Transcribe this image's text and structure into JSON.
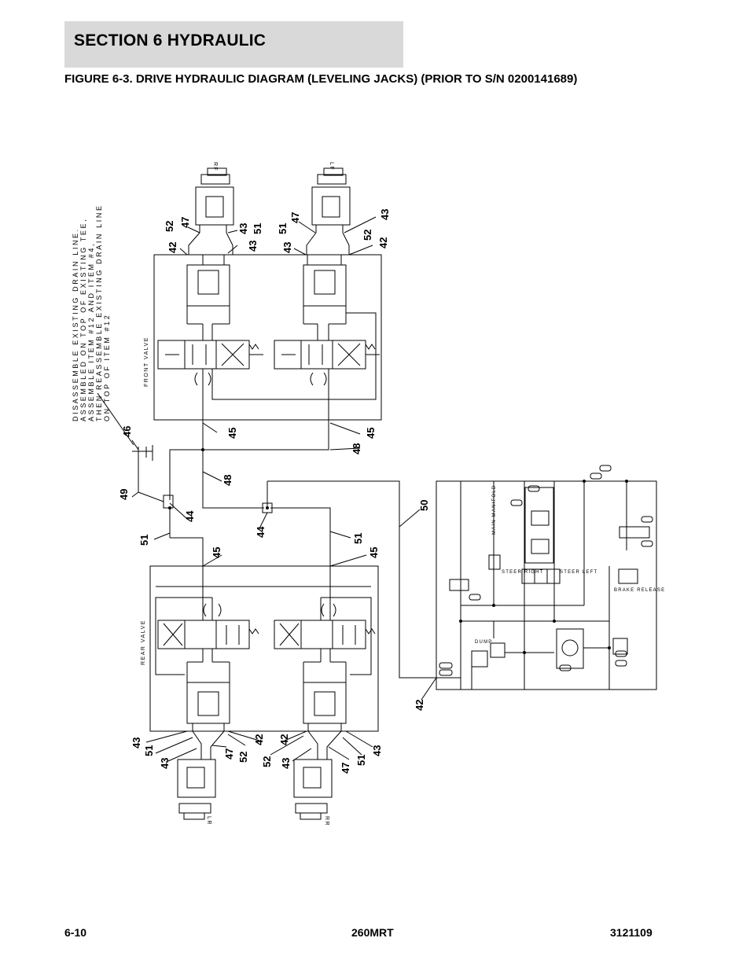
{
  "header": {
    "section_title": "SECTION 6   HYDRAULIC",
    "figure_title": "FIGURE 6-3. DRIVE HYDRAULIC DIAGRAM (LEVELING JACKS) (PRIOR TO S/N 0200141689)"
  },
  "footer": {
    "page_number": "6-10",
    "model": "260MRT",
    "doc_number": "3121109"
  },
  "diagram": {
    "valves": {
      "front": "FRONT VALVE",
      "rear": "REAR VALVE"
    },
    "cylinders": {
      "rf": "RF",
      "lf": "LF",
      "lr": "LR",
      "rr": "RR"
    },
    "manifold": {
      "title": "MAIN MANIFOLD",
      "steer_right": "STEER RIGHT",
      "steer_left": "STEER LEFT",
      "brake_release": "BRAKE RELEASE",
      "dump": "DUMP"
    },
    "note_lines": [
      "DISASSEMBLE EXISTING DRAIN LINE.",
      "ASSEMBLED ON TOP OF EXISTING TEE,",
      "ASSEMBLE ITEM #12 AND ITEM #4,",
      "THEN REASSEMBLE EXISTING DRAIN LINE",
      "ON TOP OF ITEM #12"
    ],
    "callouts": {
      "c52a": "52",
      "c47a": "47",
      "c42a": "42",
      "c43a": "43",
      "c43b": "43",
      "c51a": "51",
      "c51b": "51",
      "c47b": "47",
      "c43c": "43",
      "c43d": "43",
      "c52b": "52",
      "c42b": "42",
      "c46": "46",
      "c45a": "45",
      "c45b": "45",
      "c48a": "48",
      "c48b": "48",
      "c49": "49",
      "c44a": "44",
      "c44b": "44",
      "c51c": "51",
      "c51d": "51",
      "c50": "50",
      "c45c": "45",
      "c45d": "45",
      "c42c": "42",
      "c43e": "43",
      "c51e": "51",
      "c43f": "43",
      "c47c": "47",
      "c52c": "52",
      "c42d": "42",
      "c42e": "42",
      "c52d": "52",
      "c43g": "43",
      "c47d": "47",
      "c51f": "51",
      "c43h": "43"
    }
  }
}
